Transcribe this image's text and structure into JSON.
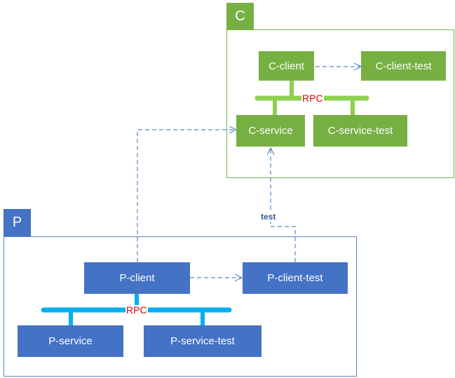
{
  "colors": {
    "c_group": "#76b043",
    "c_bus": "#8dd04f",
    "p_group": "#4472c4",
    "p_bus": "#00b0f0",
    "arrow": "#5b8ac8",
    "rpc_text": "#e00000",
    "test_text": "#2e5c8a"
  },
  "group_c": {
    "label": "C",
    "nodes": {
      "client": "C-client",
      "client_test": "C-client-test",
      "service": "C-service",
      "service_test": "C-service-test"
    },
    "bus_label": "RPC"
  },
  "group_p": {
    "label": "P",
    "nodes": {
      "client": "P-client",
      "client_test": "P-client-test",
      "service": "P-service",
      "service_test": "P-service-test"
    },
    "bus_label": "RPC"
  },
  "edges": {
    "test_label": "test"
  }
}
